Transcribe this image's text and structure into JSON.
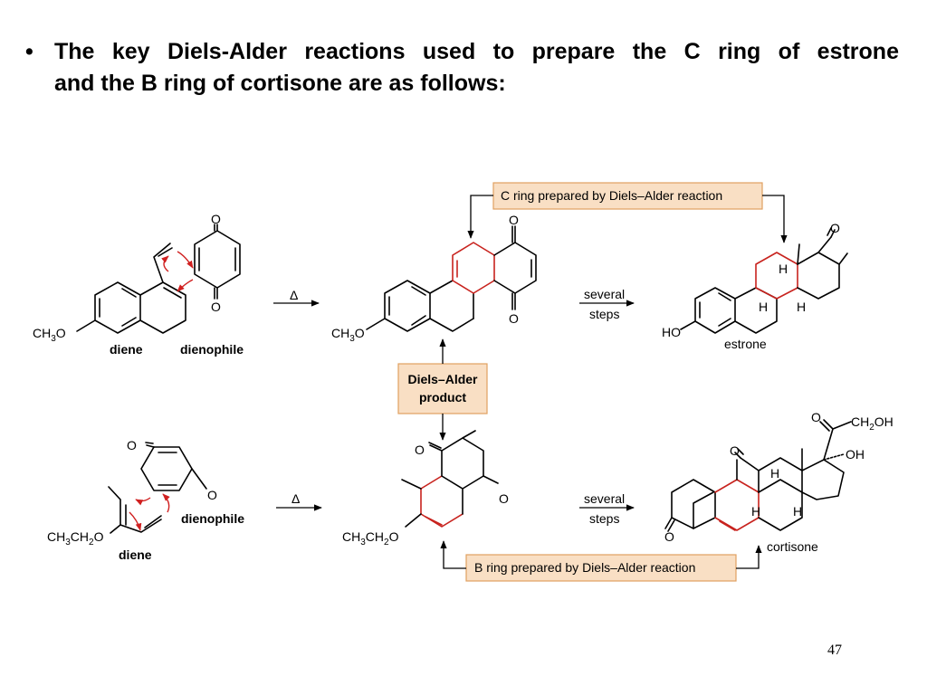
{
  "slide": {
    "bullet": "•",
    "title_line1": "The key Diels-Alder reactions used to prepare the C ring of estrone",
    "title_line2": "and the B ring of cortisone are as follows:",
    "page_number": "47"
  },
  "colors": {
    "new_ring_bond": "#c8231e",
    "callout_fill": "#f9dfc4",
    "callout_border": "#e0a060",
    "electron_arrow": "#d02020"
  },
  "top_reaction": {
    "diene_label": "diene",
    "dienophile_label": "dienophile",
    "substituent": "CH3O",
    "heat_symbol": "Δ",
    "several_steps_line1": "several",
    "several_steps_line2": "steps",
    "product_label": "estrone",
    "product_substituent": "HO",
    "callout": "C ring prepared by Diels–Alder reaction",
    "oxygen": "O",
    "hydrogen": "H"
  },
  "center_callout": {
    "line1": "Diels–Alder",
    "line2": "product"
  },
  "bottom_reaction": {
    "diene_label": "diene",
    "dienophile_label": "dienophile",
    "substituent": "CH3CH2O",
    "heat_symbol": "Δ",
    "several_steps_line1": "several",
    "several_steps_line2": "steps",
    "product_label": "cortisone",
    "side_chain": "CH2OH",
    "hydroxyl": "OH",
    "callout": "B ring prepared by Diels–Alder reaction",
    "oxygen": "O",
    "hydrogen": "H"
  }
}
